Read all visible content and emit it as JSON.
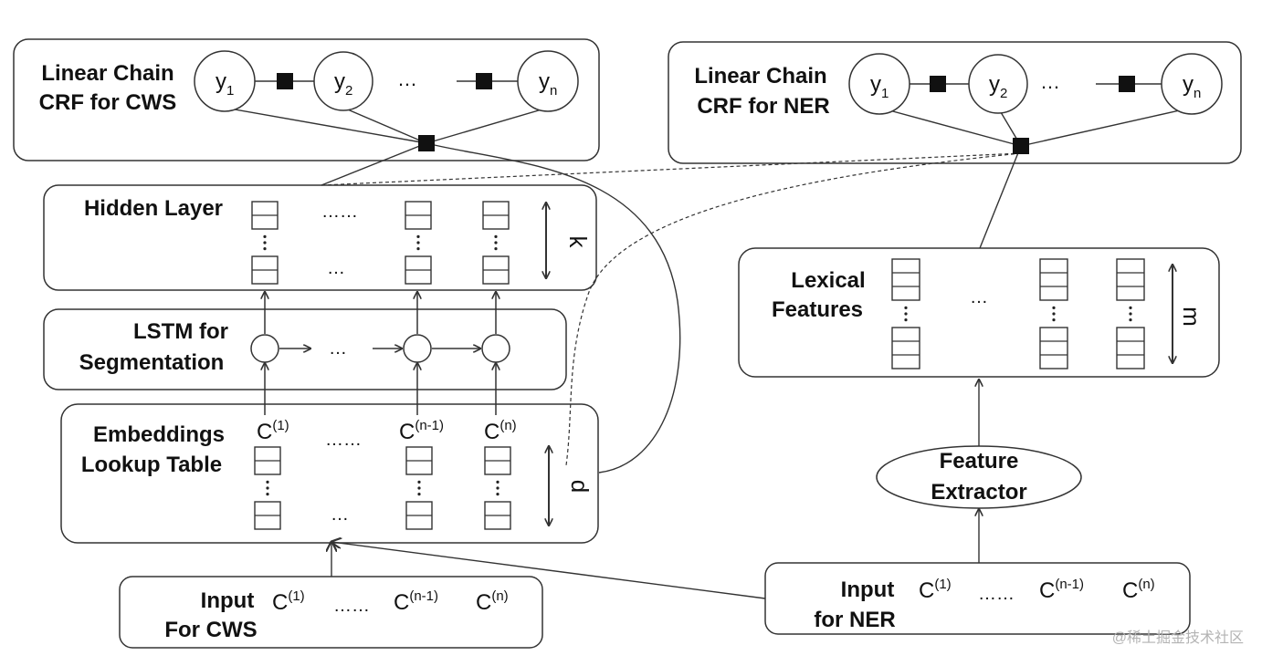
{
  "cws": {
    "crf": {
      "title_line1": "Linear Chain",
      "title_line2": "CRF for CWS",
      "y1": "y",
      "y2": "y",
      "yn": "y",
      "sub1": "1",
      "sub2": "2",
      "subn": "n",
      "ellipsis": "…"
    },
    "hidden": {
      "title": "Hidden Layer",
      "dots_top": "……",
      "dots_bottom": "…",
      "dim": "k"
    },
    "lstm": {
      "title_line1": "LSTM for",
      "title_line2": "Segmentation",
      "dots": "…"
    },
    "embed": {
      "title_line1": "Embeddings",
      "title_line2": "Lookup Table",
      "c": "C",
      "sup1": "(1)",
      "supn1": "(n-1)",
      "supn": "(n)",
      "dots_top": "……",
      "dots_bottom": "…",
      "dim": "d"
    },
    "input": {
      "title_line1": "Input",
      "title_line2": "For CWS",
      "c": "C",
      "sup1": "(1)",
      "supn1": "(n-1)",
      "supn": "(n)",
      "dots": "……"
    }
  },
  "ner": {
    "crf": {
      "title_line1": "Linear Chain",
      "title_line2": "CRF for NER",
      "y1": "y",
      "y2": "y",
      "yn": "y",
      "sub1": "1",
      "sub2": "2",
      "subn": "n",
      "ellipsis": "…"
    },
    "lexical": {
      "title_line1": "Lexical",
      "title_line2": "Features",
      "dots": "…",
      "dim": "m"
    },
    "extractor": {
      "line1": "Feature",
      "line2": "Extractor"
    },
    "input": {
      "title_line1": "Input",
      "title_line2": "for NER",
      "c": "C",
      "sup1": "(1)",
      "supn1": "(n-1)",
      "supn": "(n)",
      "dots": "……"
    }
  },
  "watermark": "@稀土掘金技术社区",
  "colors": {
    "stroke": "#333333",
    "text": "#111111",
    "background": "#ffffff"
  }
}
